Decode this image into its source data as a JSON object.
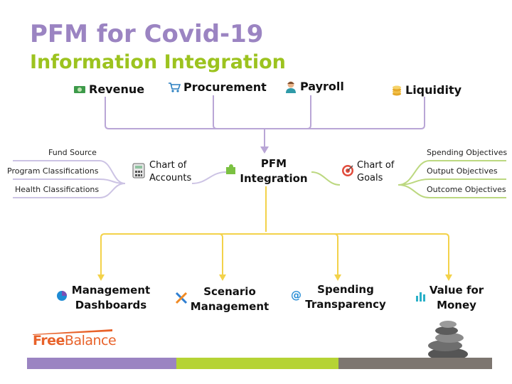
{
  "title": "PFM for Covid-19",
  "subtitle": "Information Integration",
  "top_items": [
    {
      "label": "Revenue",
      "icon": "money-icon"
    },
    {
      "label": "Procurement",
      "icon": "cart-icon"
    },
    {
      "label": "Payroll",
      "icon": "person-icon"
    },
    {
      "label": "Liquidity",
      "icon": "coins-icon"
    }
  ],
  "center": {
    "line1": "PFM",
    "line2": "Integration",
    "icon": "puzzle-icon"
  },
  "left_node": {
    "line1": "Chart of",
    "line2": "Accounts",
    "icon": "calculator-icon"
  },
  "right_node": {
    "line1": "Chart of",
    "line2": "Goals",
    "icon": "target-icon"
  },
  "left_leaves": [
    "Fund Source",
    "Program Classifications",
    "Health Classifications"
  ],
  "right_leaves": [
    "Spending Objectives",
    "Output Objectives",
    "Outcome Objectives"
  ],
  "bottom_items": [
    {
      "line1": "Management",
      "line2": "Dashboards",
      "icon": "pie-chart-icon"
    },
    {
      "line1": "Scenario",
      "line2": "Management",
      "icon": "tools-icon"
    },
    {
      "line1": "Spending",
      "line2": "Transparency",
      "icon": "at-icon"
    },
    {
      "line1": "Value for",
      "line2": "Money",
      "icon": "bar-chart-icon"
    }
  ],
  "logo": {
    "part1": "Free",
    "part2": "Balance"
  },
  "colors": {
    "purple": "#9b84c2",
    "green": "#9cc31f",
    "yellow": "#f3d24a",
    "grey": "#7d7670",
    "orange": "#e8622a"
  }
}
